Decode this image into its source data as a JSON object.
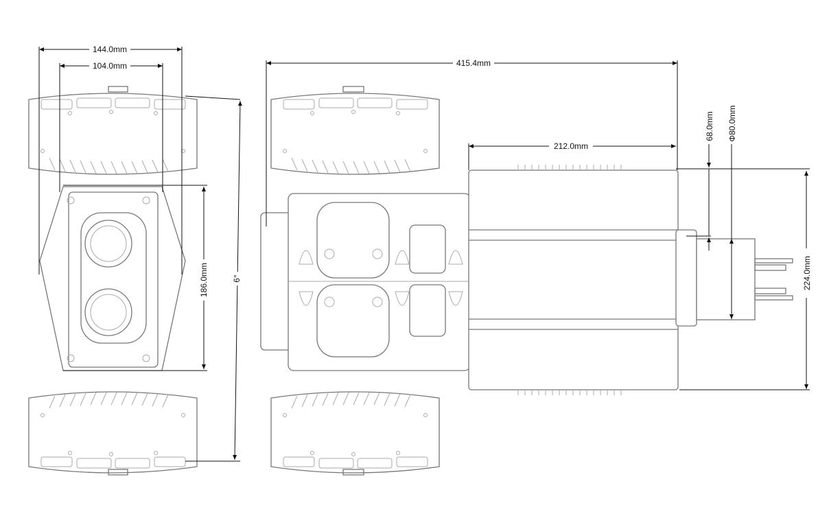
{
  "drawing": {
    "side_view": {
      "width_outer": "144.0mm",
      "width_inner": "104.0mm",
      "body_height": "186.0mm",
      "tilt_angle": "6°"
    },
    "front_view": {
      "overall_length": "415.4mm",
      "tube_length": "212.0mm",
      "offset": "68.0mm",
      "diameter": "Φ80.0mm",
      "height": "224.0mm"
    }
  }
}
